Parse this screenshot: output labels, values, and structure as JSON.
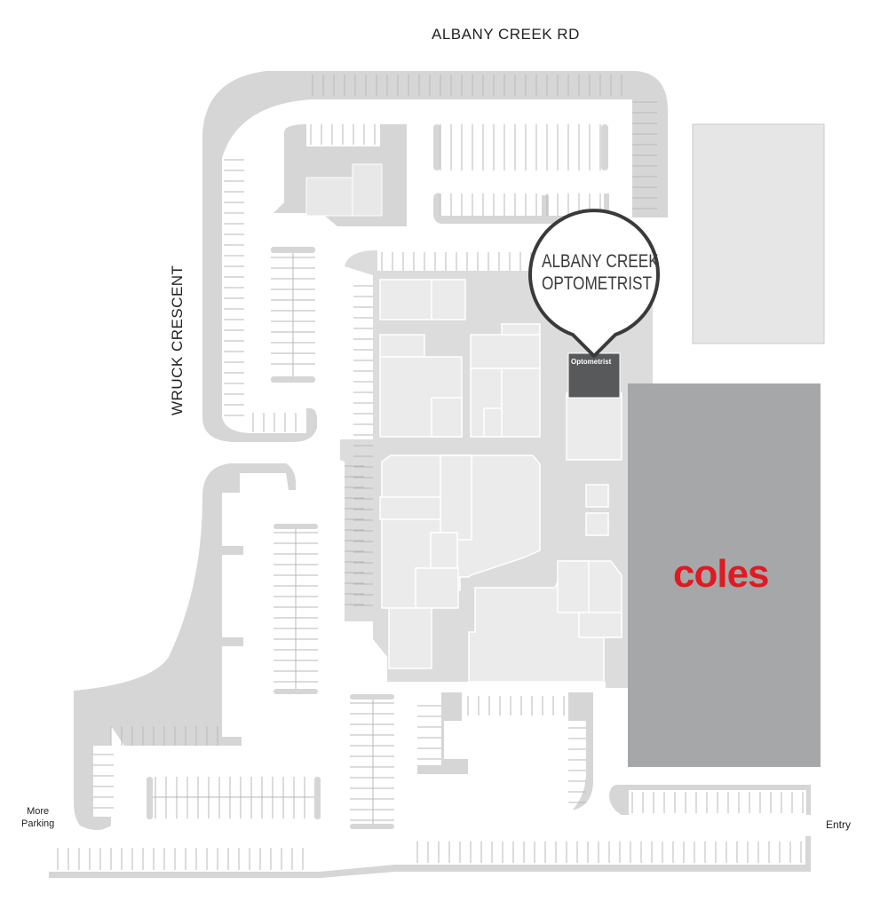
{
  "roads": {
    "north": "ALBANY CREEK RD",
    "west": "WRUCK CRESCENT"
  },
  "callout": {
    "line1": "ALBANY CREEK",
    "line2": "OPTOMETRIST"
  },
  "stores": {
    "optometrist": "Optometrist",
    "anchor": "coles"
  },
  "labels": {
    "more_parking_1": "More",
    "more_parking_2": "Parking",
    "entry": "Entry"
  },
  "colors": {
    "anchor_brand": "#e01a22",
    "highlight_store": "#58595b",
    "anchor_building": "#a6a7a9"
  }
}
